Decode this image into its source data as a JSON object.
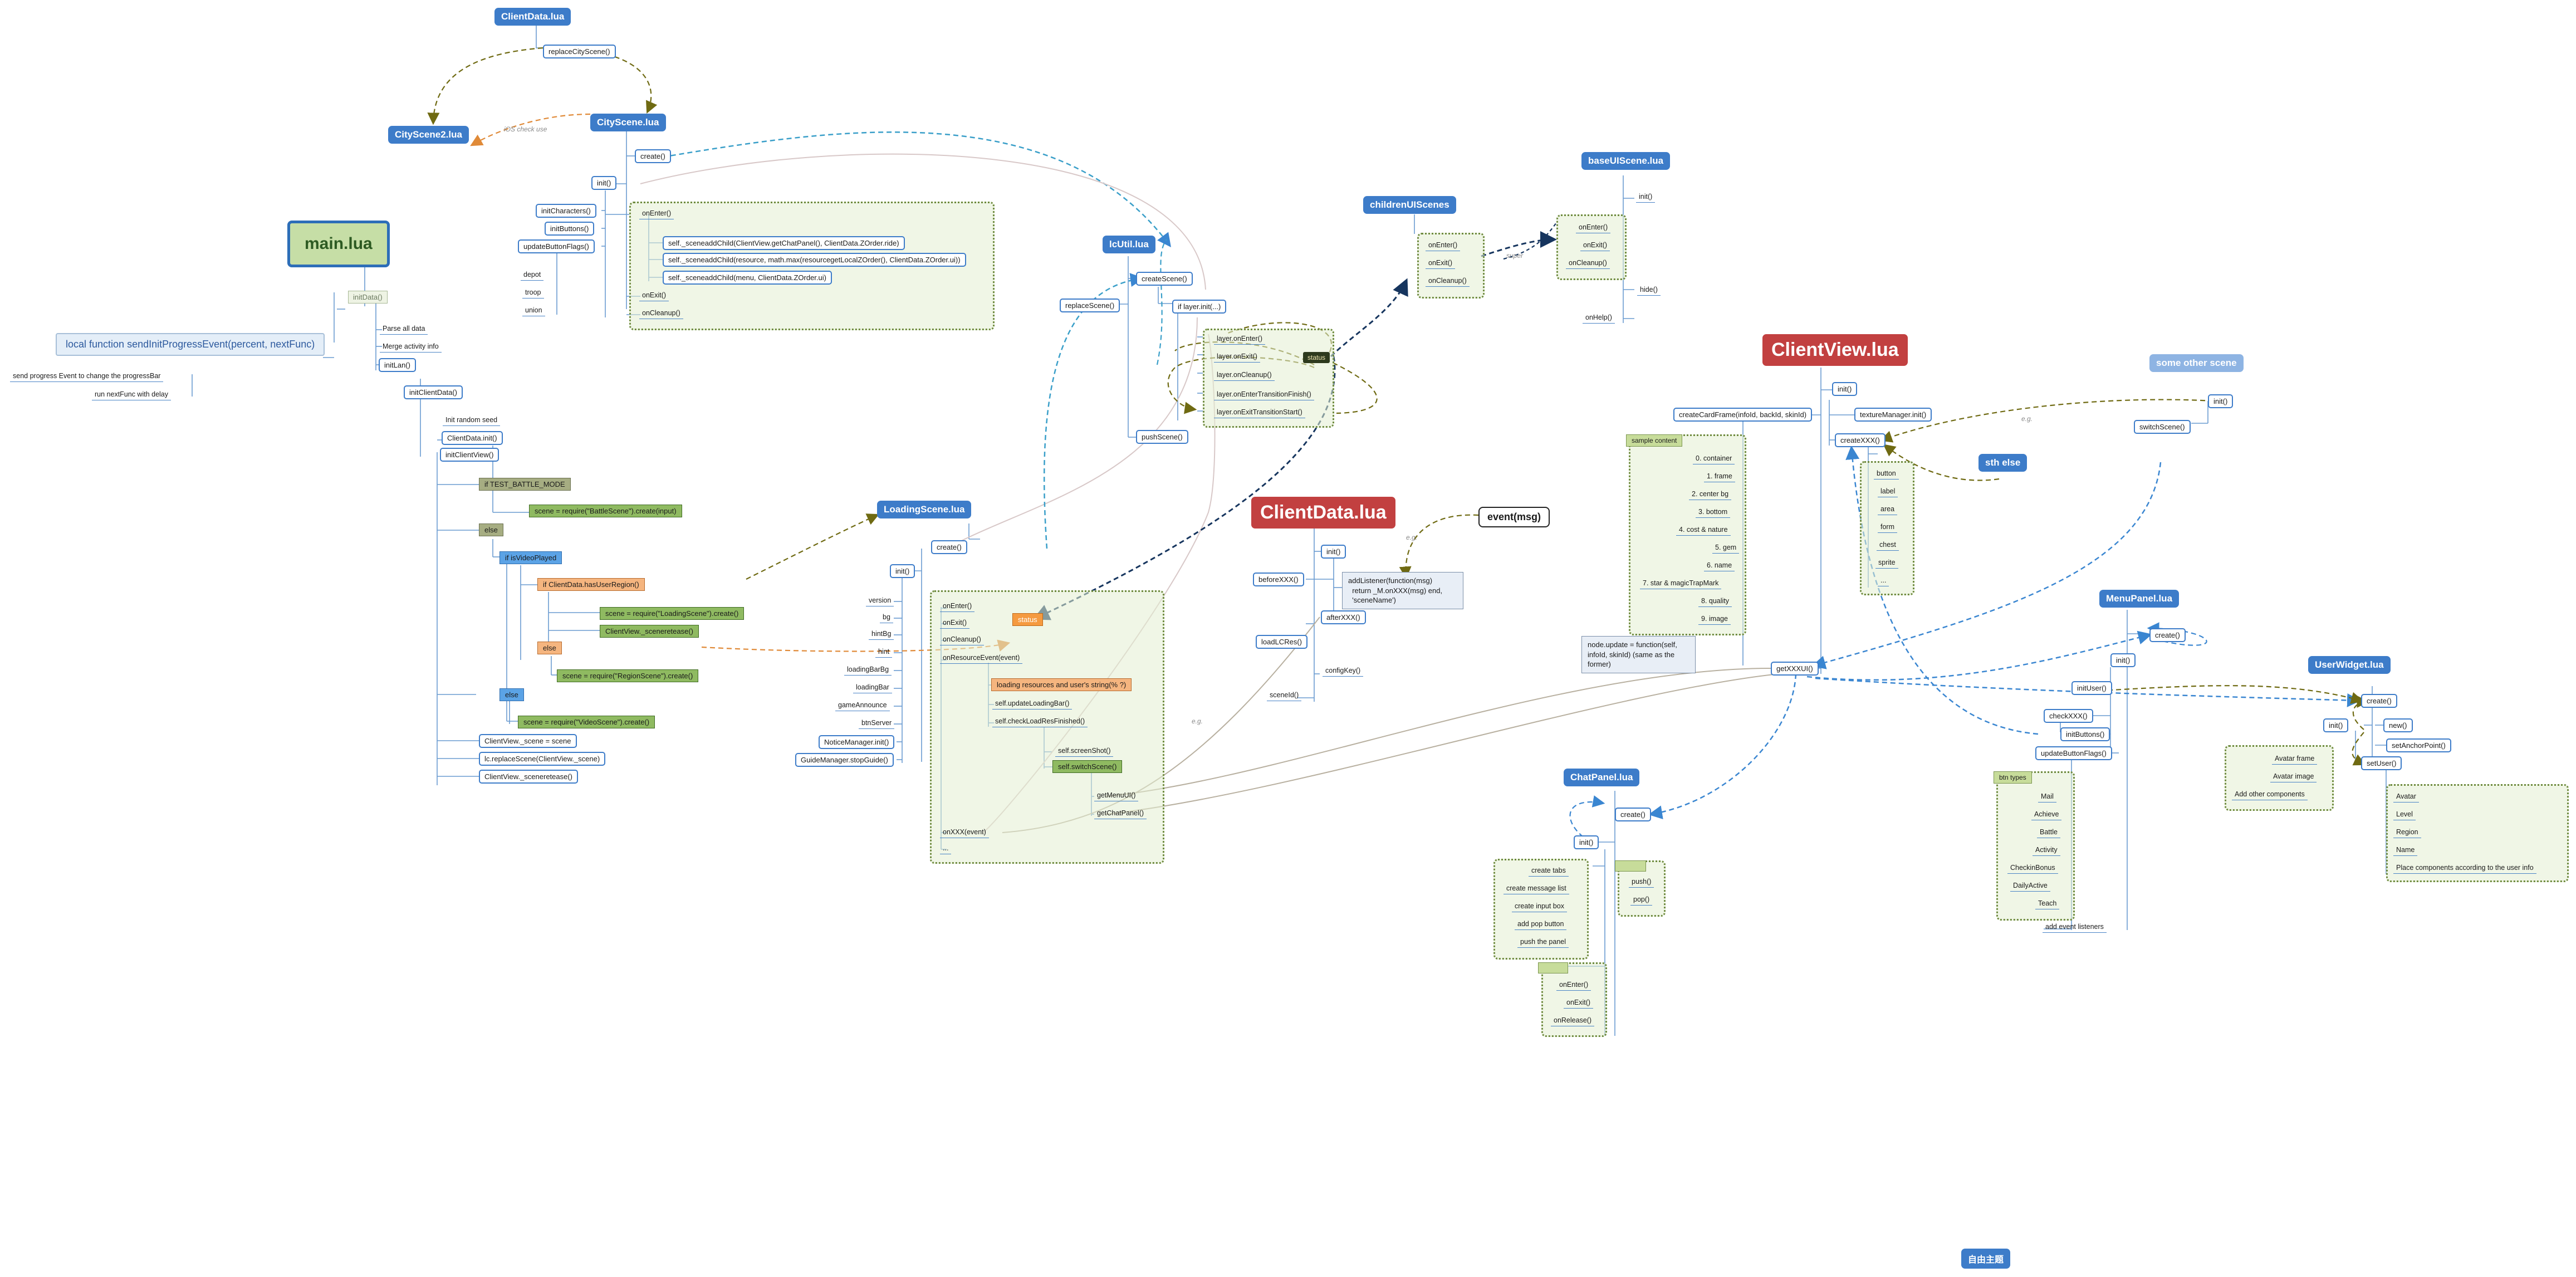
{
  "headers": {
    "clientdata_top": "ClientData.lua",
    "cityscene2": "CityScene2.lua",
    "cityscene": "CityScene.lua",
    "main": "main.lua",
    "loadingscene": "LoadingScene.lua",
    "lcutil": "lcUtil.lua",
    "childrenuiscenes": "childrenUIScenes",
    "baseuiscene": "baseUIScene.lua",
    "clientdata_mid": "ClientData.lua",
    "clientview": "ClientView.lua",
    "some_other_scene": "some other scene",
    "sth_else": "sth else",
    "menupanel": "MenuPanel.lua",
    "userwidget": "UserWidget.lua",
    "chatpanel": "ChatPanel.lua",
    "bottom_button": "自由主题"
  },
  "clientdata_top": {
    "replace": "replaceCityScene()",
    "ios_note": "iOS check use"
  },
  "cityscene": {
    "create": "create()",
    "init": "init()",
    "initCharacters": "initCharacters()",
    "initButtons": "initButtons()",
    "updateButtonFlags": "updateButtonFlags()",
    "depot": "depot",
    "troop": "troop",
    "union": "union",
    "onEnter": "onEnter()",
    "add1": "self._sceneaddChild(ClientView.getChatPanel(), ClientData.ZOrder.ride)",
    "add2": "self._sceneaddChild(resource, math.max(resourcegetLocalZOrder(), ClientData.ZOrder.ui))",
    "add3": "self._sceneaddChild(menu, ClientData.ZOrder.ui)",
    "onExit": "onExit()",
    "onCleanup": "onCleanup()"
  },
  "main": {
    "initData": "initData()",
    "sendprogress": "local function sendInitProgressEvent(percent, nextFunc)",
    "send_note": "send progress Event to change the progressBar",
    "run_note": "run nextFunc with delay",
    "parse_all": "Parse all data",
    "merge": "Merge activity info",
    "initLan": "initLan()",
    "initClientData": "initClientData()",
    "init_random": "Init random seed",
    "clientdata_init": "ClientData.init()",
    "initClientView": "initClientView()",
    "if_test": "if TEST_BATTLE_MODE",
    "scene_battle": "scene = require(\"BattleScene\").create(input)",
    "else1": "else",
    "if_video": "if isVideoPlayed",
    "if_region": "if ClientData.hasUserRegion()",
    "scene_loading": "scene = require(\"LoadingScene\").create()",
    "release1": "ClientView._sceneretease()",
    "else2": "else",
    "scene_region": "scene = require(\"RegionScene\").create()",
    "else3": "else",
    "scene_video": "scene = require(\"VideoScene\").create()",
    "cv_scene": "ClientView._scene = scene",
    "replace_scene": "lc.replaceScene(ClientView._scene)",
    "release2": "ClientView._sceneretease()"
  },
  "loadingscene": {
    "create": "create()",
    "init": "init()",
    "items": [
      "version",
      "bg",
      "hintBg",
      "hint",
      "loadingBarBg",
      "loadingBar",
      "gameAnnounce",
      "btnServer"
    ],
    "notice": "NoticeManager.init()",
    "guide": "GuideManager.stopGuide()",
    "onEnter": "onEnter()",
    "onExit": "onExit()",
    "onCleanup": "onCleanup()",
    "status": "status",
    "onResource": "onResourceEvent(event)",
    "loading_res": "loading resources and user's string(% ?)",
    "updateLoadingBar": "self.updateLoadingBar()",
    "checkLoad": "self.checkLoadResFinished()",
    "screenshot": "self.screenShot()",
    "switchScene": "self.switchScene()",
    "getMenuUI": "getMenuUI()",
    "getChatPanel": "getChatPanel()",
    "onXXX": "onXXX(event)",
    "dots": "..."
  },
  "lcutil": {
    "replaceScene": "replaceScene()",
    "createScene": "createScene()",
    "if_layerinit": "if layer.init(...)",
    "pushScene": "pushScene()",
    "layer_items": [
      "layer.onEnter()",
      "layer.onExit()",
      "layer.onCleanup()",
      "layer.onEnterTransitionFinish()",
      "layer.onExitTransitionStart()"
    ],
    "status": "status"
  },
  "childrenuiscenes": {
    "onEnter": "onEnter()",
    "onExit": "onExit()",
    "onCleanup": "onCleanup()",
    "super": "super"
  },
  "baseuiscene": {
    "init": "init()",
    "onEnter": "onEnter()",
    "onExit": "onExit()",
    "onCleanup": "onCleanup()",
    "hide": "hide()",
    "onHelp": "onHelp()"
  },
  "clientdata_mid": {
    "init": "init()",
    "beforeXXX": "beforeXXX()",
    "afterXXX": "afterXXX()",
    "loadLCRes": "loadLCRes()",
    "configKey": "configKey()",
    "sceneId": "sceneId()",
    "eg": "e.g.",
    "listener": "addListener(function(msg)\n  return _M.onXXX(msg) end,\n  'sceneName')"
  },
  "event_msg": "event(msg)",
  "clientview": {
    "init": "init()",
    "textureManager": "textureManager.init()",
    "createXXX": "createXXX()",
    "createCardFrame": "createCardFrame(infoId, backId, skinId)",
    "sample_title": "sample content",
    "sample_items": [
      "0. container",
      "1. frame",
      "2. center bg",
      "3. bottom",
      "4. cost & nature",
      "5. gem",
      "6. name",
      "7. star & magicTrapMark",
      "8. quality",
      "9. image"
    ],
    "node_update": "node.update = function(self, infoId, skinId) (same as the former)",
    "create_items": [
      "button",
      "label",
      "area",
      "form",
      "chest",
      "sprite",
      "..."
    ],
    "getXXXUI": "getXXXUI()",
    "eg": "e.g."
  },
  "some_other_scene": {
    "init": "init()",
    "switchScene": "switchScene()"
  },
  "menupanel": {
    "create": "create()",
    "init": "init()",
    "initUser": "initUser()",
    "checkXXX": "checkXXX()",
    "initButtons": "initButtons()",
    "updateButtonFlags": "updateButtonFlags()",
    "btn_label": "btn types",
    "btn_items": [
      "Mail",
      "Achieve",
      "Battle",
      "Activity",
      "CheckinBonus",
      "DailyActive",
      "Teach"
    ],
    "add_event": "add event listeners"
  },
  "userwidget": {
    "create": "create()",
    "init": "init()",
    "new": "new()",
    "setAnchor": "setAnchorPoint()",
    "setUser": "setUser()",
    "left_items": [
      "Avatar frame",
      "Avatar image",
      "Add other components"
    ],
    "right_items": [
      "Avatar",
      "Level",
      "Region",
      "Name",
      "Place components according to the user info"
    ]
  },
  "chatpanel": {
    "create": "create()",
    "init": "init()",
    "left_items": [
      "create tabs",
      "create message list",
      "create input box",
      "add pop button",
      "push the panel"
    ],
    "push": "push()",
    "pop": "pop()",
    "onEnter": "onEnter()",
    "onExit": "onExit()",
    "onRelease": "onRelease()"
  }
}
